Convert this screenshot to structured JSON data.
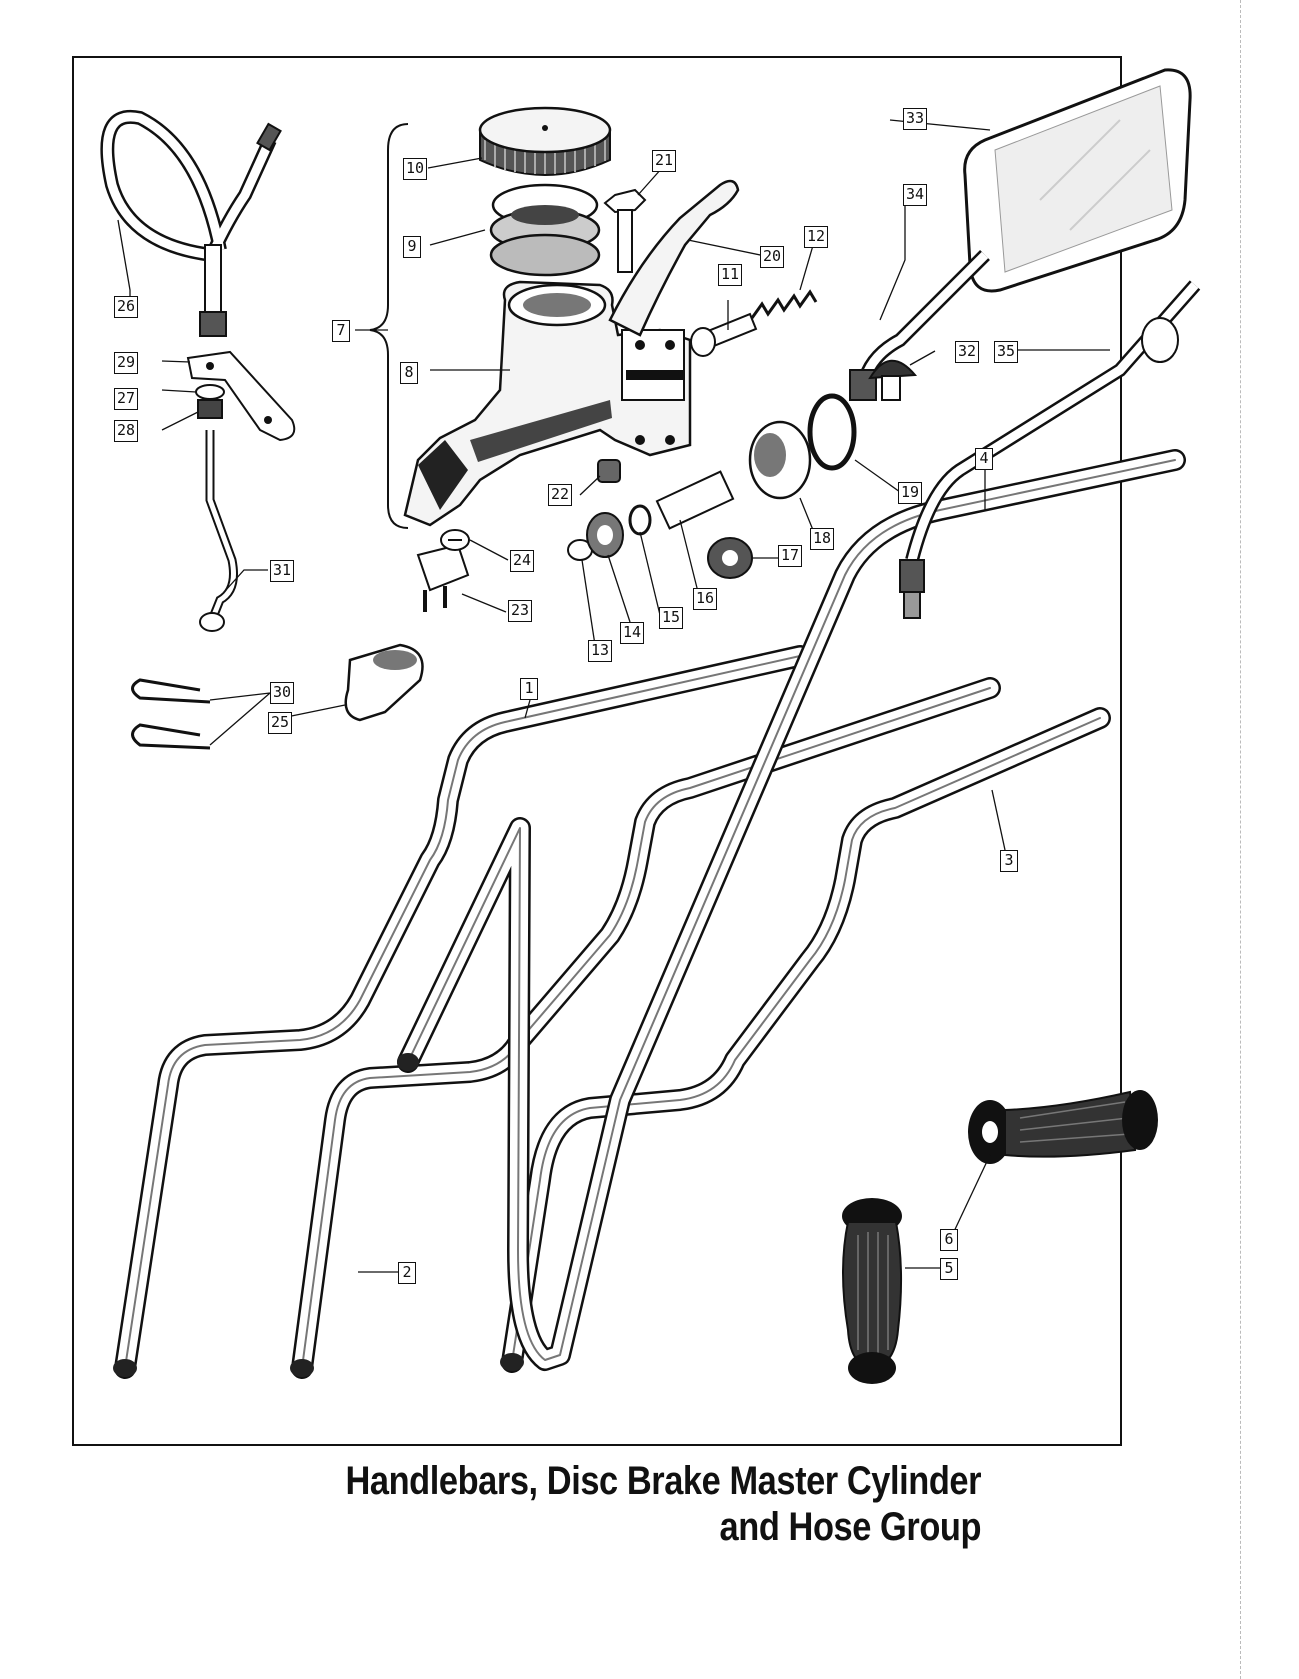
{
  "caption": {
    "line1": "Handlebars, Disc Brake Master Cylinder",
    "line2": "and Hose Group"
  },
  "callouts": [
    {
      "key": "1",
      "text": "1"
    },
    {
      "key": "2",
      "text": "2"
    },
    {
      "key": "3",
      "text": "3"
    },
    {
      "key": "4",
      "text": "4"
    },
    {
      "key": "5",
      "text": "5"
    },
    {
      "key": "6",
      "text": "6"
    },
    {
      "key": "7",
      "text": "7"
    },
    {
      "key": "8",
      "text": "8"
    },
    {
      "key": "9",
      "text": "9"
    },
    {
      "key": "10",
      "text": "10"
    },
    {
      "key": "11",
      "text": "11"
    },
    {
      "key": "12",
      "text": "12"
    },
    {
      "key": "13",
      "text": "13"
    },
    {
      "key": "14",
      "text": "14"
    },
    {
      "key": "15",
      "text": "15"
    },
    {
      "key": "16",
      "text": "16"
    },
    {
      "key": "17",
      "text": "17"
    },
    {
      "key": "18",
      "text": "18"
    },
    {
      "key": "19",
      "text": "19"
    },
    {
      "key": "20",
      "text": "20"
    },
    {
      "key": "21",
      "text": "21"
    },
    {
      "key": "22",
      "text": "22"
    },
    {
      "key": "23",
      "text": "23"
    },
    {
      "key": "24",
      "text": "24"
    },
    {
      "key": "25",
      "text": "25"
    },
    {
      "key": "26",
      "text": "26"
    },
    {
      "key": "27",
      "text": "27"
    },
    {
      "key": "28",
      "text": "28"
    },
    {
      "key": "29",
      "text": "29"
    },
    {
      "key": "30",
      "text": "30"
    },
    {
      "key": "31",
      "text": "31"
    },
    {
      "key": "32",
      "text": "32"
    },
    {
      "key": "33",
      "text": "33"
    },
    {
      "key": "34",
      "text": "34"
    },
    {
      "key": "35",
      "text": "35"
    }
  ]
}
